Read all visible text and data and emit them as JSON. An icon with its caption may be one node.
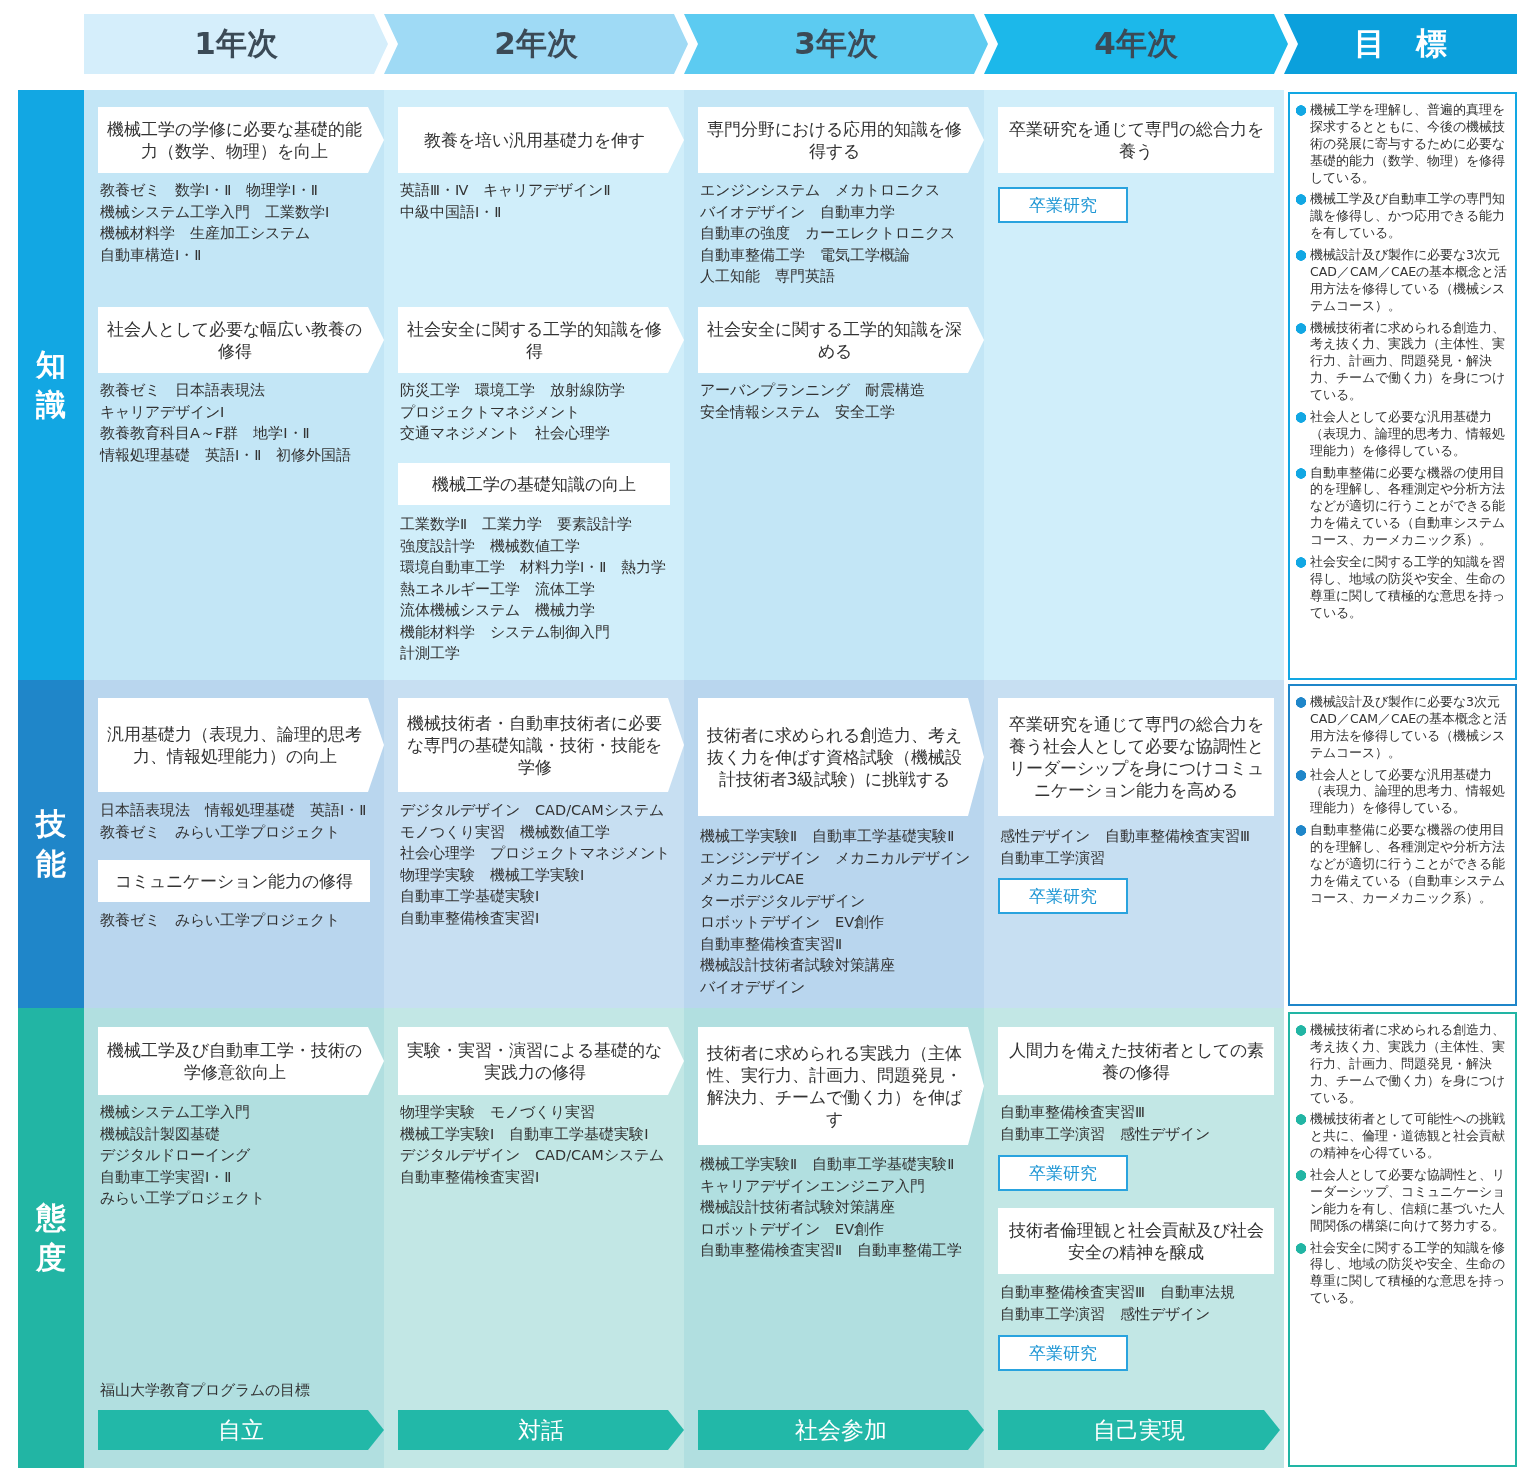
{
  "diagram": {
    "nodes": [
      {
        "text": [
          "1年次"
        ]
      },
      {
        "text": [
          "2年次"
        ]
      },
      {
        "text": [
          "3年次"
        ]
      },
      {
        "text": [
          "4年次"
        ]
      },
      {
        "text": [
          "目　標"
        ]
      },
      {
        "text": [
          "知識"
        ]
      },
      {
        "text": [
          "技能"
        ]
      },
      {
        "text": [
          "態度"
        ]
      },
      {
        "text": [
          "機械工学の学修に必要な基礎的能力（数学、物理）を向上"
        ]
      },
      {
        "text": [
          "教養を培い汎用基礎力を伸す"
        ]
      },
      {
        "text": [
          "専門分野における応用的知識を修得する"
        ]
      },
      {
        "text": [
          "卒業研究を通じて専門の総合力を養う"
        ]
      },
      {
        "text": [
          "卒業研究"
        ]
      },
      {
        "text": [
          "社会人として必要な幅広い教養の修得"
        ]
      },
      {
        "text": [
          "社会安全に関する工学的知識を修得"
        ]
      },
      {
        "text": [
          "社会安全に関する工学的知識を深める"
        ]
      },
      {
        "text": [
          "機械工学の基礎知識の向上"
        ]
      },
      {
        "text": [
          "機械工学を理解し、普遍的真理を探求するとともに、今後の機械技術の発展に寄与するために必要な基礎的能力（数学、物理）を修得している。",
          "機械工学及び自動車工学の専門知識を修得し、かつ応用できる能力を有している。",
          "機械設計及び製作に必要な3次元CAD／CAM／CAEの基本概念と活用方法を修得している（機械システムコース）。",
          "機械技術者に求められる創造力、考え抜く力、実践力（主体性、実行力、計画力、問題発見・解決力、チームで働く力）を身につけている。",
          "社会人として必要な汎用基礎力（表現力、論理的思考力、情報処理能力）を修得している。",
          "自動車整備に必要な機器の使用目的を理解し、各種測定や分析方法などが適切に行うことができる能力を備えている（自動車システムコース、カーメカニック系）。",
          "社会安全に関する工学的知識を習得し、地域の防災や安全、生命の尊重に関して積極的な意思を持っている。"
        ]
      },
      {
        "text": [
          "汎用基礎力（表現力、論理的思考力、情報処理能力）の向上"
        ]
      },
      {
        "text": [
          "機械技術者・自動車技術者に必要な専門の基礎知識・技術・技能を学修"
        ]
      },
      {
        "text": [
          "技術者に求められる創造力、考え抜く力を伸ばす資格試験（機械設計技術者3級試験）に挑戦する"
        ]
      },
      {
        "text": [
          "卒業研究を通じて専門の総合力を養う社会人として必要な協調性とリーダーシップを身につけコミュニケーション能力を高める"
        ]
      },
      {
        "text": [
          "コミュニケーション能力の修得"
        ]
      },
      {
        "text": [
          "卒業研究"
        ]
      },
      {
        "text": [
          "機械設計及び製作に必要な3次元CAD／CAM／CAEの基本概念と活用方法を修得している（機械システムコース）。",
          "社会人として必要な汎用基礎力（表現力、論理的思考力、情報処理能力）を修得している。",
          "自動車整備に必要な機器の使用目的を理解し、各種測定や分析方法などが適切に行うことができる能力を備えている（自動車システムコース、カーメカニック系）。"
        ]
      },
      {
        "text": [
          "機械工学及び自動車工学・技術の学修意欲向上"
        ]
      },
      {
        "text": [
          "実験・実習・演習による基礎的な実践力の修得"
        ]
      },
      {
        "text": [
          "技術者に求められる実践力（主体性、実行力、計画力、問題発見・解決力、チームで働く力）を伸ばす"
        ]
      },
      {
        "text": [
          "人間力を備えた技術者としての素養の修得"
        ]
      },
      {
        "text": [
          "卒業研究"
        ]
      },
      {
        "text": [
          "技術者倫理観と社会貢献及び社会安全の精神を醸成"
        ]
      },
      {
        "text": [
          "卒業研究"
        ]
      },
      {
        "text": [
          "機械技術者に求められる創造力、考え抜く力、実践力（主体性、実行力、計画力、問題発見・解決力、チームで働く力）を身につけている。",
          "機械技術者として可能性への挑戦と共に、倫理・道徳観と社会貢献の精神を心得ている。",
          "社会人として必要な協調性と、リーダーシップ、コミュニケーション能力を有し、信頼に基づいた人間関係の構築に向けて努力する。",
          "社会安全に関する工学的知識を修得し、地域の防災や安全、生命の尊重に関して積極的な意思を持っている。"
        ]
      },
      {
        "text": [
          "自立"
        ]
      },
      {
        "text": [
          "対話"
        ]
      },
      {
        "text": [
          "社会参加"
        ]
      },
      {
        "text": [
          "自己実現"
        ]
      }
    ],
    "labels": [
      "教養ゼミ　数学Ⅰ・Ⅱ　物理学Ⅰ・Ⅱ",
      "機械システム工学入門　工業数学Ⅰ",
      "機械材料学　生産加工システム",
      "自動車構造Ⅰ・Ⅱ",
      "英語Ⅲ・Ⅳ　キャリアデザインⅡ",
      "中級中国語Ⅰ・Ⅱ",
      "エンジンシステム　メカトロニクス",
      "バイオデザイン　自動車力学",
      "自動車の強度　カーエレクトロニクス",
      "自動車整備工学　電気工学概論",
      "人工知能　専門英語",
      "教養ゼミ　日本語表現法",
      "キャリアデザインⅠ",
      "教養教育科目A～F群　地学Ⅰ・Ⅱ",
      "情報処理基礎　英語Ⅰ・Ⅱ　初修外国語",
      "防災工学　環境工学　放射線防学",
      "プロジェクトマネジメント",
      "交通マネジメント　社会心理学",
      "アーバンプランニング　耐震構造",
      "安全情報システム　安全工学",
      "工業数学Ⅱ　工業力学　要素設計学",
      "強度設計学　機械数値工学",
      "環境自動車工学　材料力学Ⅰ・Ⅱ　熱力学",
      "熱エネルギー工学　流体工学",
      "流体機械システム　機械力学",
      "機能材料学　システム制御入門",
      "計測工学",
      "日本語表現法　情報処理基礎　英語Ⅰ・Ⅱ",
      "教養ゼミ　みらい工学プロジェクト",
      "デジタルデザイン　CAD/CAMシステム",
      "モノつくり実習　機械数値工学",
      "社会心理学　プロジェクトマネジメント",
      "物理学実験　機械工学実験Ⅰ",
      "自動車工学基礎実験Ⅰ",
      "自動車整備検査実習Ⅰ",
      "機械工学実験Ⅱ　自動車工学基礎実験Ⅱ",
      "エンジンデザイン　メカニカルデザイン",
      "メカニカルCAE",
      "ターボデジタルデザイン",
      "ロボットデザイン　EV創作",
      "自動車整備検査実習Ⅱ",
      "機械設計技術者試験対策講座",
      "バイオデザイン",
      "感性デザイン　自動車整備検査実習Ⅲ",
      "自動車工学演習",
      "教養ゼミ　みらい工学プロジェクト",
      "機械システム工学入門",
      "機械設計製図基礎",
      "デジタルドローイング",
      "自動車工学実習Ⅰ・Ⅱ",
      "みらい工学プロジェクト",
      "物理学実験　モノづくり実習",
      "機械工学実験Ⅰ　自動車工学基礎実験Ⅰ",
      "デジタルデザイン　CAD/CAMシステム",
      "自動車整備検査実習Ⅰ",
      "機械工学実験Ⅱ　自動車工学基礎実験Ⅱ",
      "キャリアデザインエンジニア入門",
      "機械設計技術者試験対策講座",
      "ロボットデザイン　EV創作",
      "自動車整備検査実習Ⅱ　自動車整備工学",
      "自動車整備検査実習Ⅲ",
      "自動車工学演習　感性デザイン",
      "自動車整備検査実習Ⅲ　自動車法規",
      "自動車工学演習　感性デザイン",
      "福山大学教育プログラムの目標"
    ]
  }
}
